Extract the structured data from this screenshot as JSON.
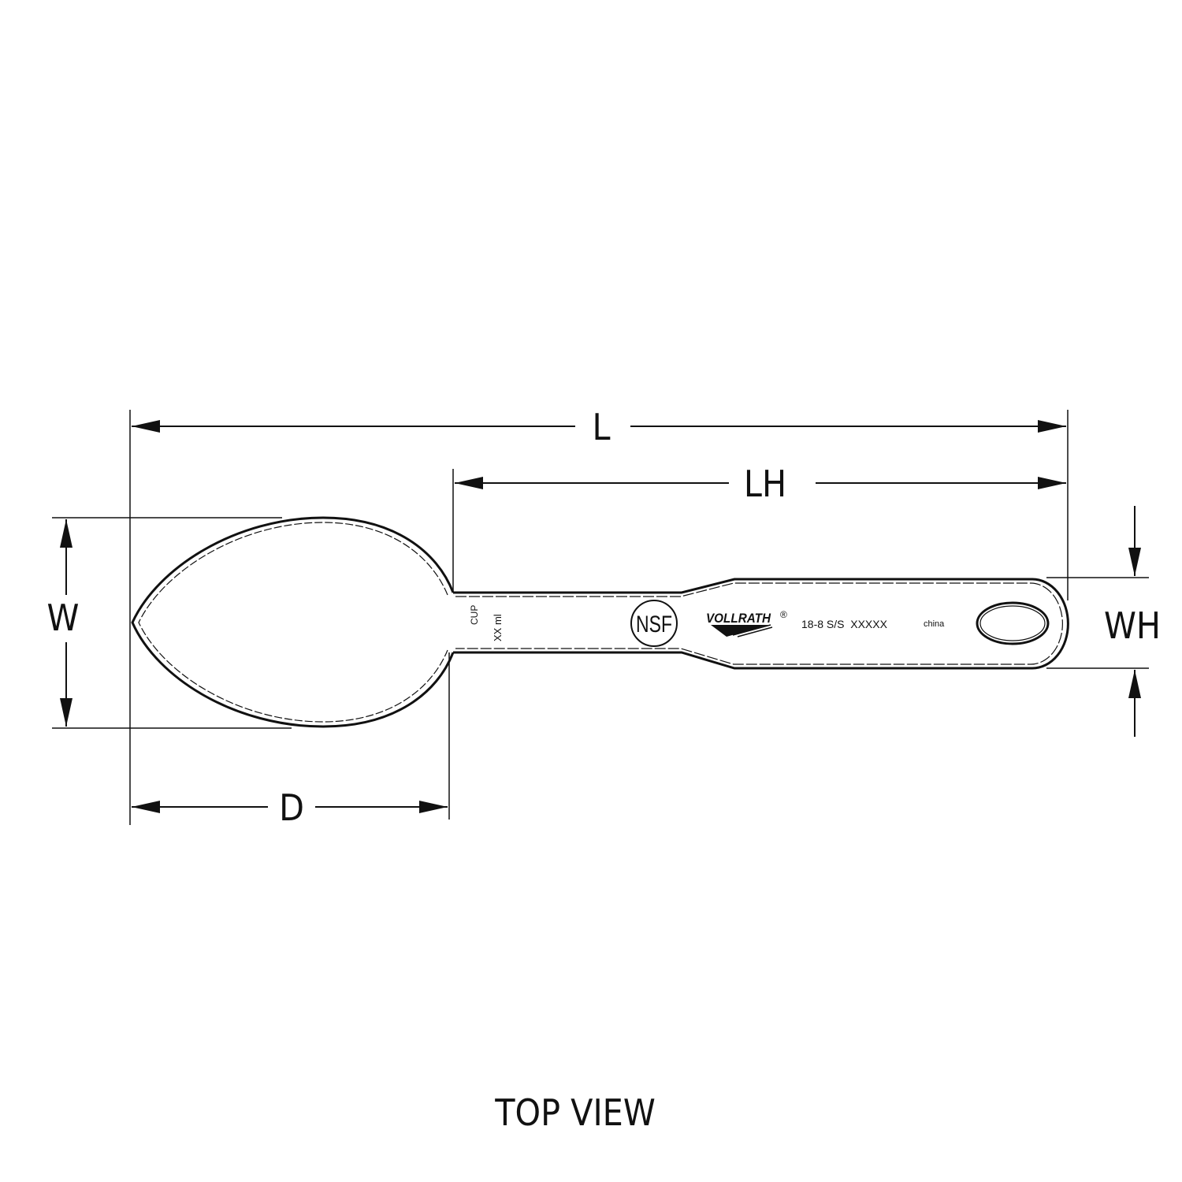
{
  "dimensions": {
    "length": "L",
    "handle_length": "LH",
    "width": "W",
    "bowl_depth": "D",
    "handle_width": "WH"
  },
  "markings": {
    "unit": "CUP",
    "volume": "XX ml",
    "certification": "NSF",
    "brand": "VOLLRATH",
    "registered": "®",
    "material_code": "18-8 S/S  XXXXX",
    "origin": "china"
  },
  "caption": "TOP VIEW",
  "colors": {
    "line": "#111111",
    "background": "#ffffff"
  }
}
